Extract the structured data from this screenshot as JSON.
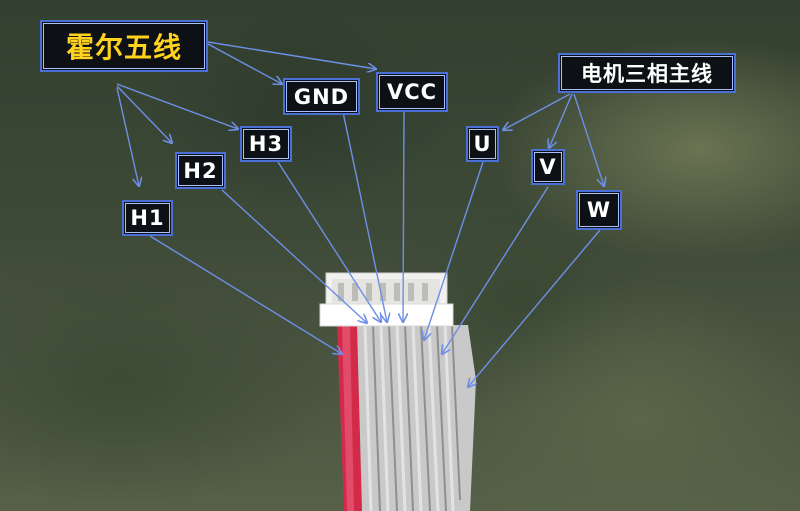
{
  "labels": {
    "hall_group": "霍尔五线",
    "motor_group": "电机三相主线",
    "gnd": "GND",
    "vcc": "VCC",
    "h1": "H1",
    "h2": "H2",
    "h3": "H3",
    "u": "U",
    "v": "V",
    "w": "W"
  },
  "colors": {
    "label_background": "#0d1014",
    "label_border": "#4a6fd6",
    "arrow": "#6e8fe6",
    "hall_title_text": "#ffd21e",
    "motor_title_text": "#ffffff",
    "wire_gray": "#c9c9c9",
    "wire_red": "#d42a4a"
  }
}
